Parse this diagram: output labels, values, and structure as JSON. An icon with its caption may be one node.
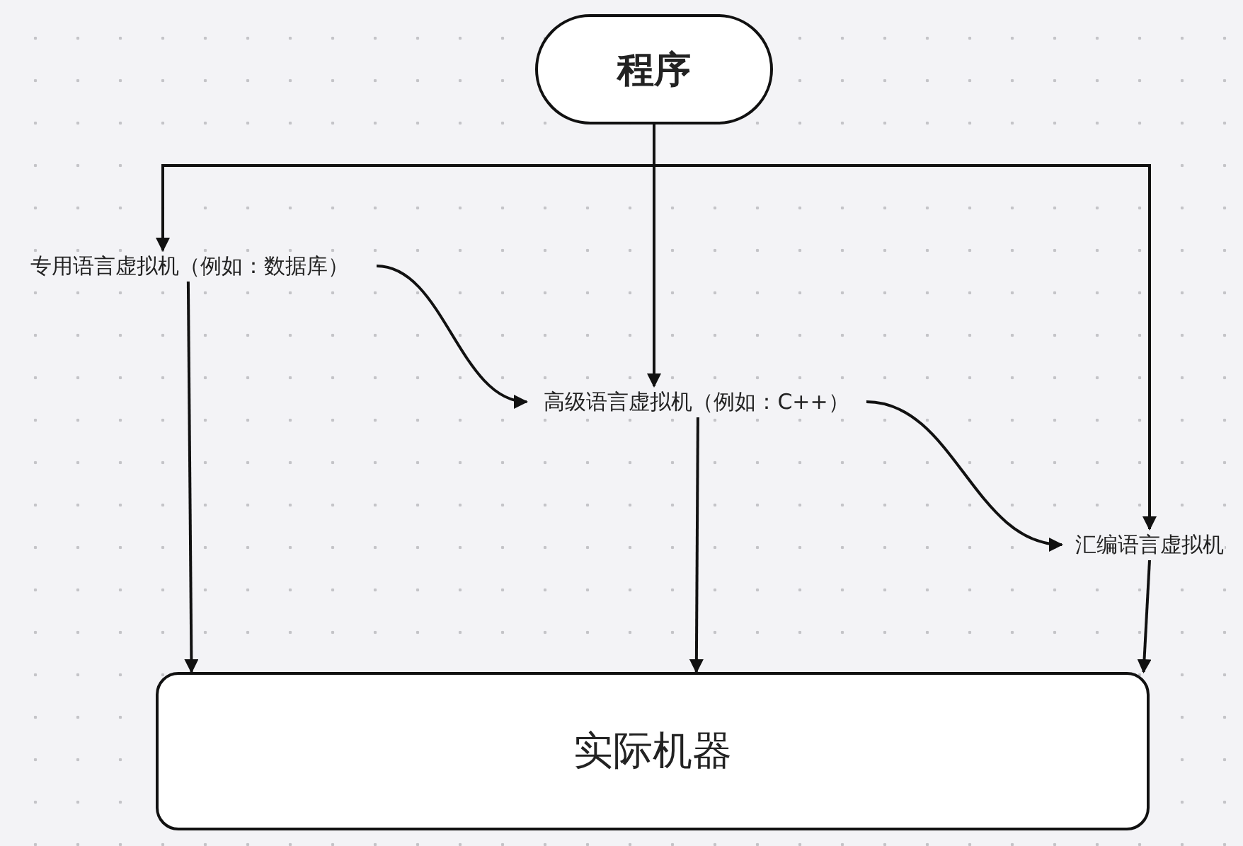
{
  "diagram": {
    "nodes": [
      {
        "text": [
          "程序"
        ]
      },
      {
        "text": [
          "专用语言虚拟机（例如：数据库）"
        ]
      },
      {
        "text": [
          "高级语言虚拟机（例如：C++）"
        ]
      },
      {
        "text": [
          "汇编语言虚拟机"
        ]
      },
      {
        "text": [
          "实际机器"
        ]
      }
    ],
    "edges": [
      {
        "from": 0,
        "to": 1,
        "arrow": "to"
      },
      {
        "from": 0,
        "to": 2,
        "arrow": "to"
      },
      {
        "from": 0,
        "to": 3,
        "arrow": "to"
      },
      {
        "from": 1,
        "to": 2,
        "arrow": "to"
      },
      {
        "from": 2,
        "to": 3,
        "arrow": "to"
      },
      {
        "from": 1,
        "to": 4,
        "arrow": "to"
      },
      {
        "from": 2,
        "to": 4,
        "arrow": "to"
      },
      {
        "from": 3,
        "to": 4,
        "arrow": "to"
      }
    ]
  }
}
